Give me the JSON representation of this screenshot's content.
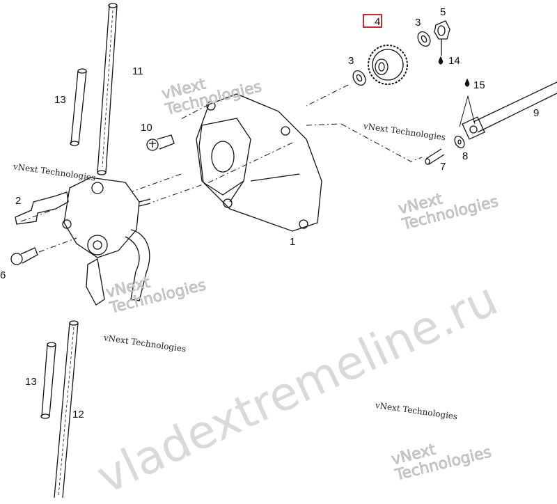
{
  "diagram": {
    "callouts": [
      {
        "id": "1",
        "label": "1"
      },
      {
        "id": "2",
        "label": "2"
      },
      {
        "id": "3a",
        "label": "3"
      },
      {
        "id": "3b",
        "label": "3"
      },
      {
        "id": "4",
        "label": "4",
        "highlighted": true
      },
      {
        "id": "5",
        "label": "5"
      },
      {
        "id": "6",
        "label": "6"
      },
      {
        "id": "7",
        "label": "7"
      },
      {
        "id": "8",
        "label": "8"
      },
      {
        "id": "9",
        "label": "9"
      },
      {
        "id": "10",
        "label": "10"
      },
      {
        "id": "11",
        "label": "11"
      },
      {
        "id": "12",
        "label": "12"
      },
      {
        "id": "13a",
        "label": "13"
      },
      {
        "id": "13b",
        "label": "13"
      },
      {
        "id": "14",
        "label": "14"
      },
      {
        "id": "15",
        "label": "15"
      }
    ],
    "highlight_color": "#d0262f"
  },
  "watermarks": {
    "small": "vNext Technologies",
    "outline_line1": "vNext",
    "outline_line2": "Technologies",
    "big": "vladextremeline.ru"
  }
}
